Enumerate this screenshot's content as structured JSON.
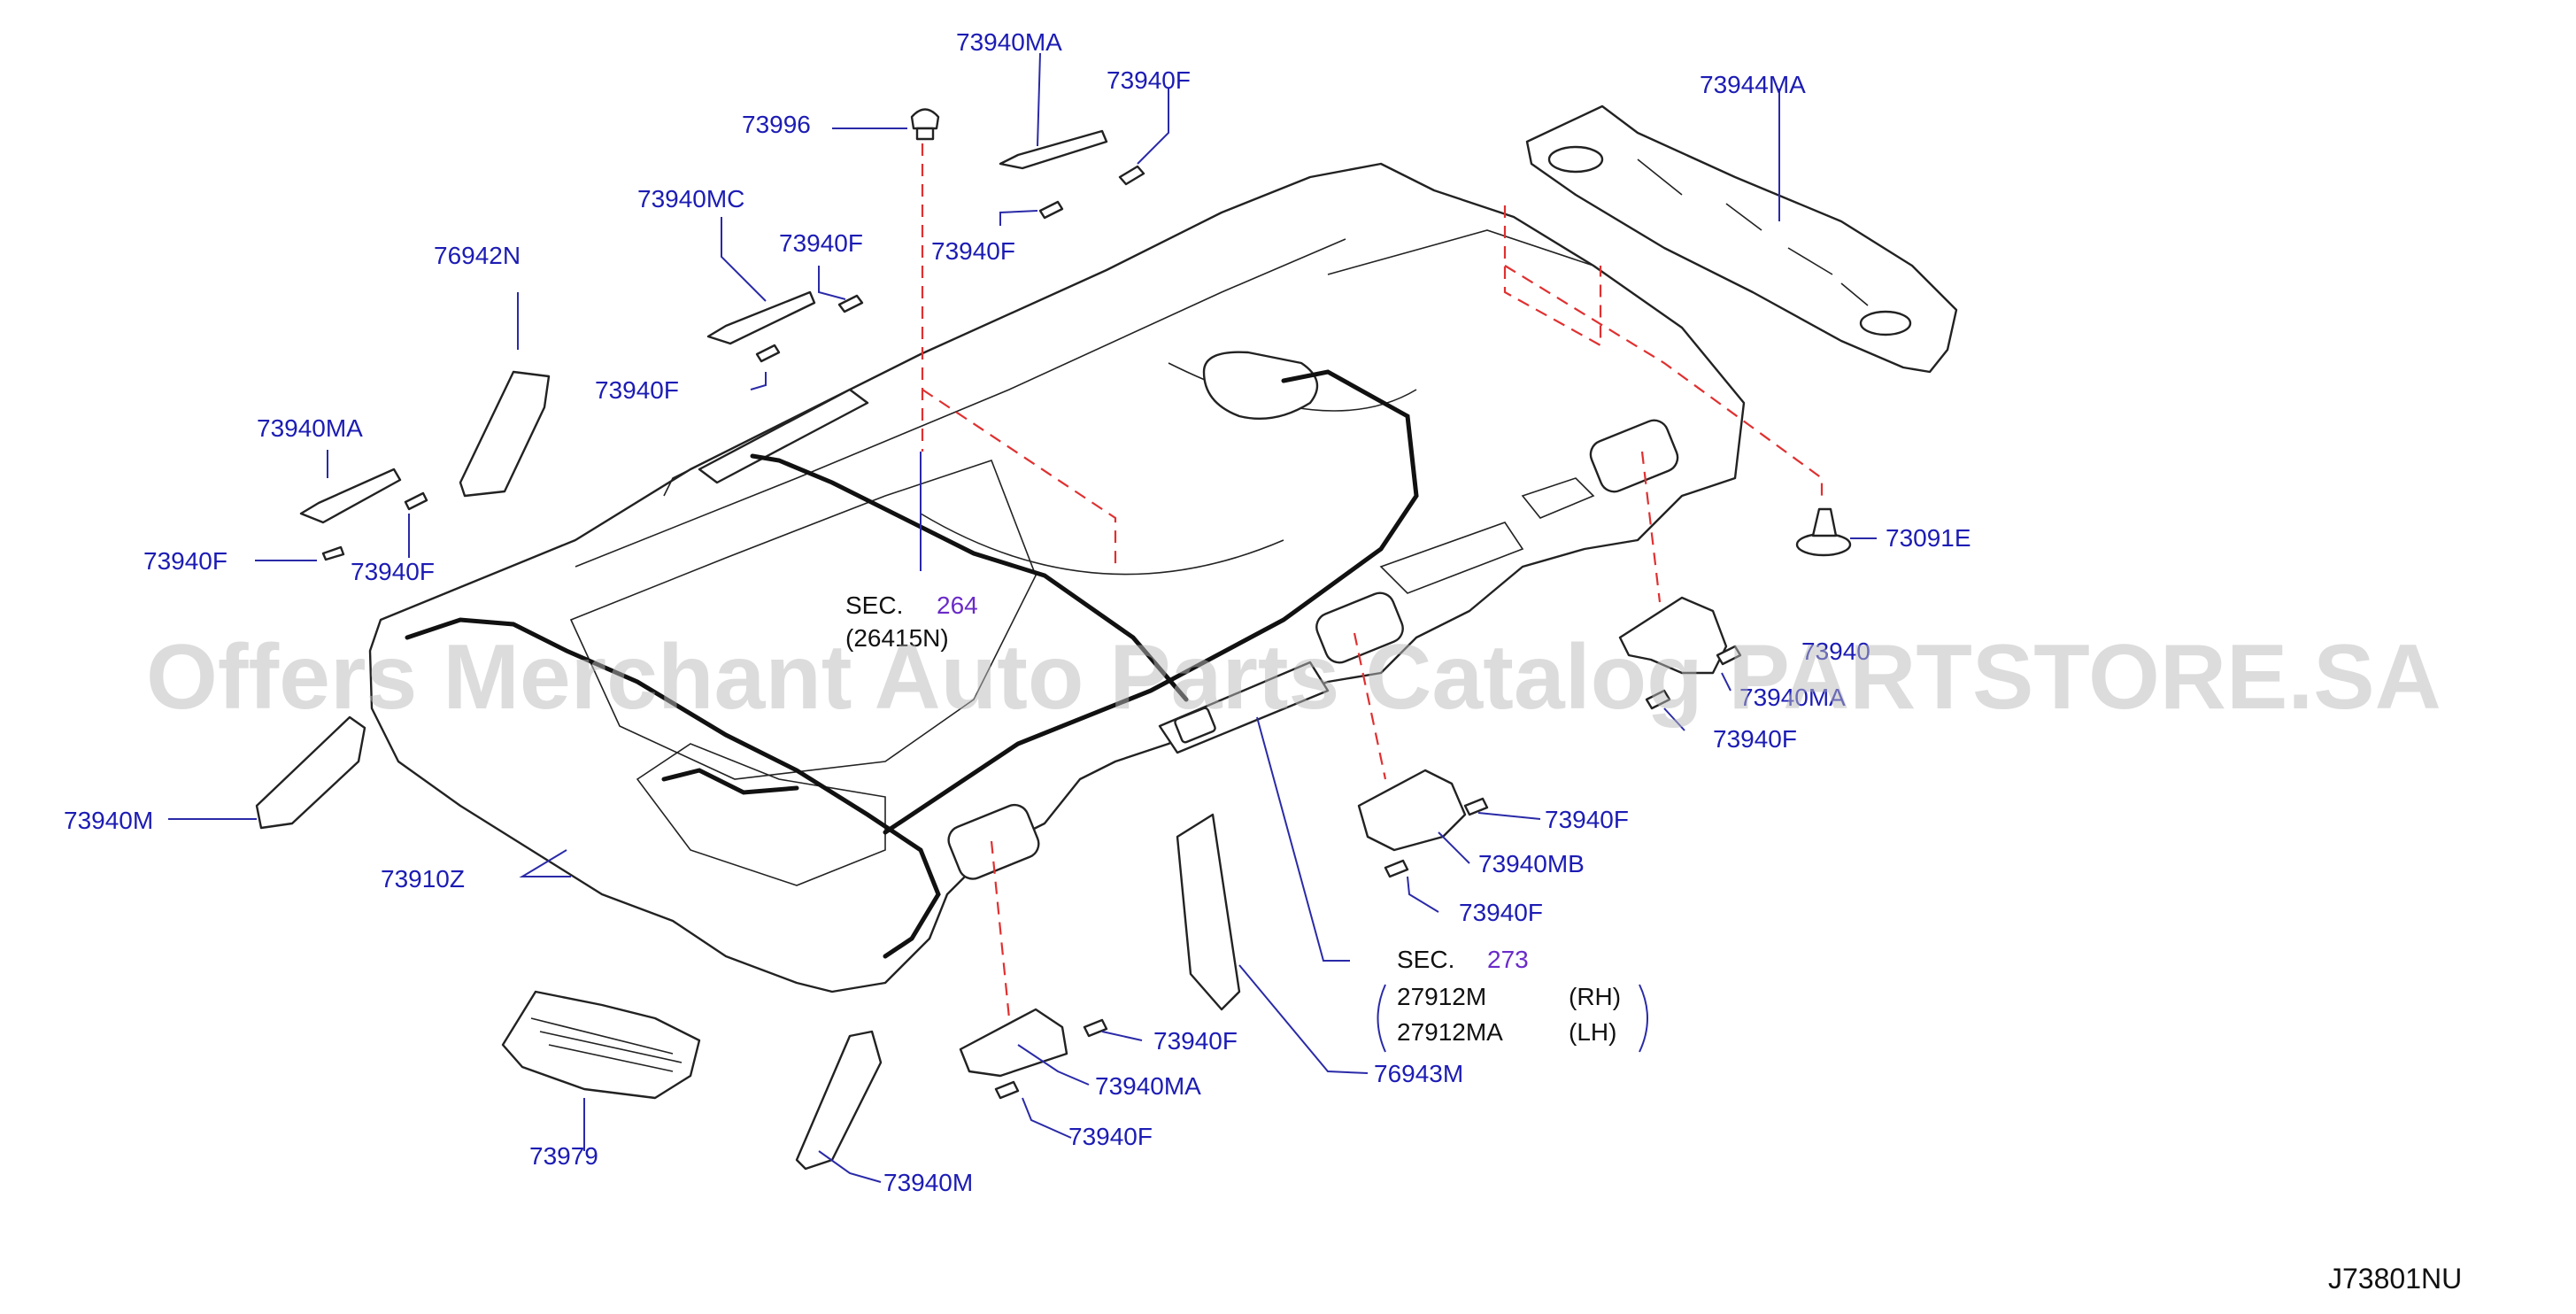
{
  "watermark": "Offers Merchant Auto Parts Catalog PARTSTORE.SA",
  "diagram_code": "J73801NU",
  "sections": {
    "sec264": {
      "prefix": "SEC.",
      "number": "264",
      "sub": "(26415N)"
    },
    "sec273": {
      "prefix": "SEC.",
      "number": "273",
      "rh_part": "27912M",
      "rh_side": "(RH)",
      "lh_part": "27912MA",
      "lh_side": "(LH)"
    }
  },
  "labels": {
    "p73940MA_top": "73940MA",
    "p73940F_top": "73940F",
    "p73996": "73996",
    "p73944MA": "73944MA",
    "p73940MC": "73940MC",
    "p73940F_mc": "73940F",
    "p73940F_mid": "73940F",
    "p76942N": "76942N",
    "p73940F_left_upper": "73940F",
    "p73940MA_left": "73940MA",
    "p73940F_left_a": "73940F",
    "p73940F_left_b": "73940F",
    "p73091E": "73091E",
    "p73940_right": "73940",
    "p73940MA_right": "73940MA",
    "p73940F_right": "73940F",
    "p73940M_left": "73940M",
    "p73910Z": "73910Z",
    "p73940F_mb": "73940F",
    "p73940MB": "73940MB",
    "p73940F_mb2": "73940F",
    "p73940F_bot": "73940F",
    "p73940MA_bot": "73940MA",
    "p73940F_bot2": "73940F",
    "p76943M": "76943M",
    "p73979": "73979",
    "p73940M_bot": "73940M"
  }
}
